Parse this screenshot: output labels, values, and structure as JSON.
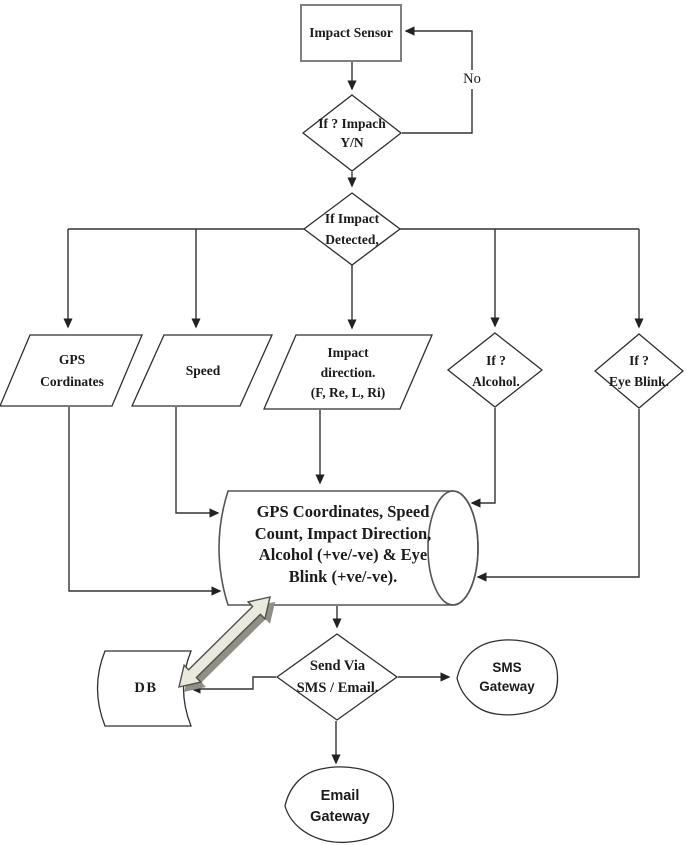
{
  "diagram": {
    "nodes": {
      "impact_sensor": {
        "label": "Impact Sensor"
      },
      "impact_query": {
        "lines": [
          "If ? Impach",
          "Y/N"
        ]
      },
      "impact_detected": {
        "lines": [
          "If Impact",
          "Detected,"
        ]
      },
      "gps": {
        "lines": [
          "GPS",
          "Cordinates"
        ]
      },
      "speed": {
        "label": "Speed"
      },
      "impact_direction": {
        "lines": [
          "Impact",
          "direction.",
          "(F, Re, L, Ri)"
        ]
      },
      "alcohol": {
        "lines": [
          "If ?",
          "Alcohol."
        ]
      },
      "eye_blink": {
        "lines": [
          "If ?",
          "Eye Blink."
        ]
      },
      "data_store": {
        "lines": [
          "GPS Coordinates, Speed",
          "Count, Impact Direction,",
          "Alcohol (+ve/-ve) &  Eye",
          "Blink (+ve/-ve)."
        ]
      },
      "db": {
        "label": "DB"
      },
      "send_via": {
        "lines": [
          "Send Via",
          "SMS / Email."
        ]
      },
      "sms_gateway": {
        "lines": [
          "SMS",
          "Gateway"
        ]
      },
      "email_gateway": {
        "lines": [
          "Email",
          "Gateway"
        ]
      }
    },
    "edge_labels": {
      "no": "No"
    },
    "colors": {
      "connector": "#333333",
      "shape_outline": "#2f2f2f",
      "process_border": "#7f7f7f",
      "cylinder_outline": "#555555",
      "shape_fill": "#ffffff",
      "block_arrow_fill": "#e9eadb",
      "block_arrow_shadow": "#8f8f85",
      "text": "#1b1b1b"
    }
  }
}
